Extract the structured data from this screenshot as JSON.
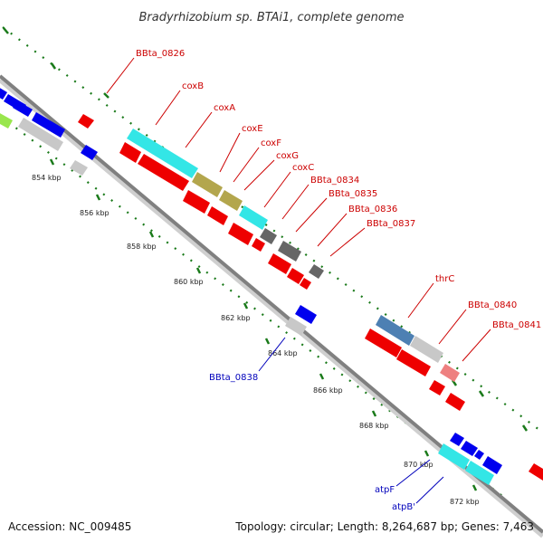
{
  "title": "Bradyrhizobium sp. BTAi1, complete genome",
  "footer": {
    "accession": "Accession: NC_009485",
    "summary": "Topology: circular; Length: 8,264,687 bp; Genes: 7,463"
  },
  "colors": {
    "backbone": "#808080",
    "tick": "#1a7a1a",
    "label_forward": "#cc0000",
    "label_reverse": "#0000bb"
  },
  "tick_labels": [
    "854 kbp",
    "856 kbp",
    "858 kbp",
    "860 kbp",
    "862 kbp",
    "864 kbp",
    "866 kbp",
    "868 kbp",
    "870 kbp",
    "872 kbp"
  ],
  "gene_labels_forward": [
    "BBta_0826",
    "coxB",
    "coxA",
    "coxE",
    "coxF",
    "coxG",
    "coxC",
    "BBta_0834",
    "BBta_0835",
    "BBta_0836",
    "BBta_0837",
    "thrC",
    "BBta_0840",
    "BBta_0841"
  ],
  "gene_labels_reverse": [
    "BBta_0838",
    "atpF",
    "atpB'"
  ]
}
